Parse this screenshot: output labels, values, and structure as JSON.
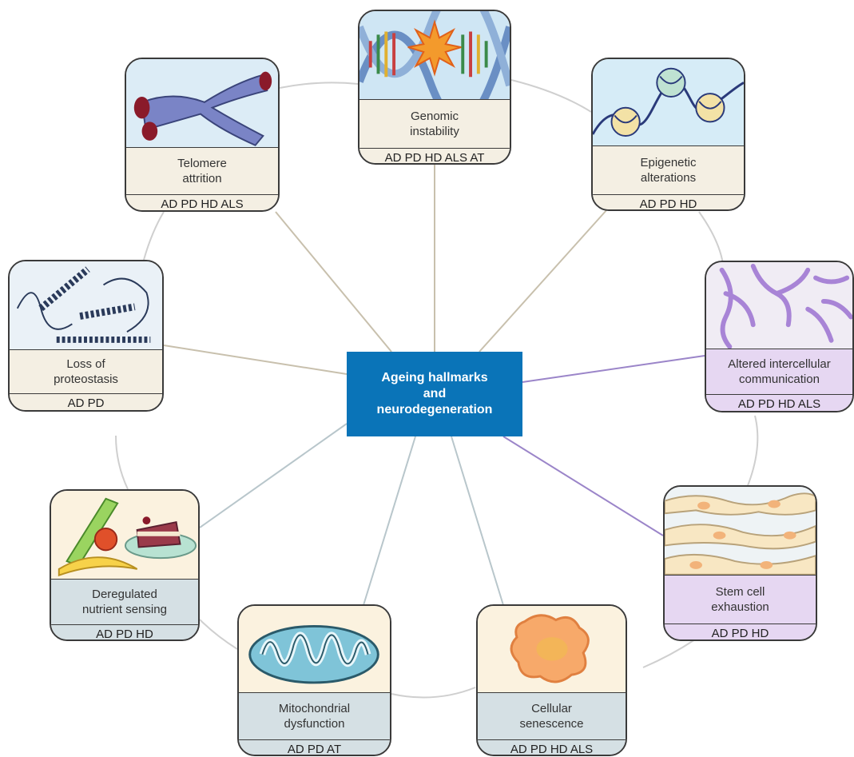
{
  "center": {
    "line1": "Ageing hallmarks",
    "line2": "and",
    "line3": "neurodegeneration"
  },
  "colors": {
    "center_box": "#0a74b8",
    "beige": "#f4efe3",
    "purple": "#e6d7f2",
    "steel": "#d5e0e4"
  },
  "hallmarks": [
    {
      "id": "genomic",
      "icon": "dna-icon",
      "tone": "beige",
      "label1": "Genomic",
      "label2": "instability",
      "diseases": "AD PD HD ALS AT"
    },
    {
      "id": "epigenetic",
      "icon": "chromatin-icon",
      "tone": "beige",
      "label1": "Epigenetic",
      "label2": "alterations",
      "diseases": "AD PD HD"
    },
    {
      "id": "intercellular",
      "icon": "neuron-network-icon",
      "tone": "purple",
      "label1": "Altered intercellular",
      "label2": "communication",
      "diseases": "AD PD HD ALS"
    },
    {
      "id": "stemcell",
      "icon": "stem-cells-icon",
      "tone": "purple",
      "label1": "Stem cell",
      "label2": "exhaustion",
      "diseases": "AD PD HD"
    },
    {
      "id": "senescence",
      "icon": "senescent-cell-icon",
      "tone": "steel",
      "label1": "Cellular",
      "label2": "senescence",
      "diseases": "AD PD HD ALS"
    },
    {
      "id": "mitochondrial",
      "icon": "mitochondrion-icon",
      "tone": "steel",
      "label1": "Mitochondrial",
      "label2": "dysfunction",
      "diseases": "AD PD AT"
    },
    {
      "id": "nutrient",
      "icon": "food-icon",
      "tone": "steel",
      "label1": "Deregulated",
      "label2": "nutrient sensing",
      "diseases": "AD PD HD"
    },
    {
      "id": "proteostasis",
      "icon": "protein-coil-icon",
      "tone": "beige",
      "label1": "Loss of",
      "label2": "proteostasis",
      "diseases": "AD PD"
    },
    {
      "id": "telomere",
      "icon": "chromosome-icon",
      "tone": "beige",
      "label1": "Telomere",
      "label2": "attrition",
      "diseases": "AD PD HD ALS"
    }
  ]
}
